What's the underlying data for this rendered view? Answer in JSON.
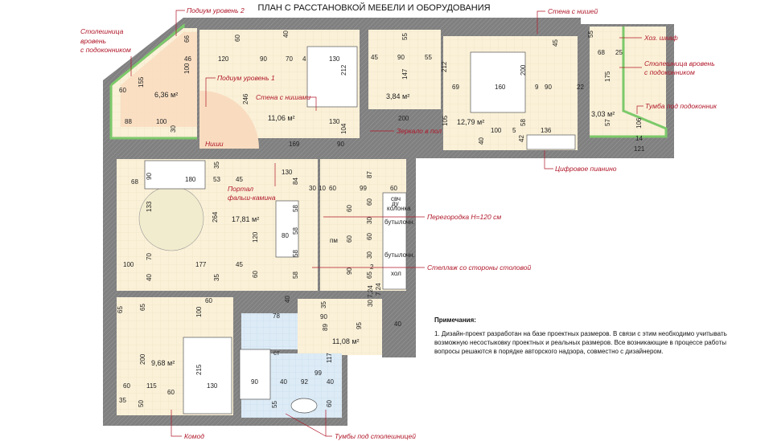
{
  "title": "ПЛАН С РАССТАНОВКОЙ МЕБЕЛИ И ОБОРУДОВАНИЯ",
  "areas": [
    "6,36 м²",
    "11,06 м²",
    "3,84 м²",
    "12,79 м²",
    "3,03 м²",
    "17,81 м²",
    "11,08 м²",
    "9,68 м²"
  ],
  "annotations": {
    "podium2": "Подиум уровень 2",
    "counter1_l1": "Столешница",
    "counter1_l2": "вровень",
    "counter1_l3": "с подоконником",
    "podium1": "Подиум уровень 1",
    "wall_niches": "Стена с нишами",
    "niches": "Ниши",
    "wall_niche": "Стена с нишей",
    "storage": "Хоз. шкаф",
    "counter2_l1": "Столешница вровень",
    "counter2_l2": "с подоконником",
    "sill_cabinet": "Тумба под подоконник",
    "mirror": "Зеркало в пол",
    "piano": "Цифровое пианино",
    "portal_l1": "Портал",
    "portal_l2": "фальш-камина",
    "partition": "Перегородка H=120 см",
    "shelf": "Стеллаж со стороны столовой",
    "dresser": "Комод",
    "vanity": "Тумбы под столешницей"
  },
  "kitchen_labels": [
    "свч",
    "ду",
    "колонка",
    "бутылочн.",
    "бутылочн.",
    "хол",
    "пм",
    "ст"
  ],
  "dims": [
    "66",
    "60",
    "40",
    "46",
    "120",
    "90",
    "70",
    "4",
    "130",
    "100",
    "212",
    "155",
    "60",
    "246",
    "88",
    "100",
    "30",
    "130",
    "104",
    "169",
    "90",
    "55",
    "45",
    "90",
    "55",
    "147",
    "212",
    "69",
    "160",
    "200",
    "9",
    "90",
    "45",
    "22",
    "200",
    "105",
    "100",
    "5",
    "58",
    "136",
    "40",
    "42",
    "55",
    "68",
    "25",
    "175",
    "57",
    "106",
    "14",
    "121",
    "68",
    "90",
    "180",
    "35",
    "53",
    "45",
    "130",
    "84",
    "30",
    "10",
    "60",
    "99",
    "87",
    "60",
    "133",
    "264",
    "58",
    "58",
    "80",
    "120",
    "58",
    "58",
    "70",
    "100",
    "177",
    "45",
    "40",
    "35",
    "60",
    "60",
    "60",
    "90",
    "60",
    "30",
    "60",
    "30",
    "2",
    "65",
    "7 24",
    "65",
    "65",
    "60",
    "100",
    "200",
    "215",
    "60",
    "115",
    "130",
    "60",
    "35",
    "50",
    "40",
    "78",
    "35",
    "90",
    "89",
    "95",
    "40",
    "30 7,24",
    "117",
    "90",
    "40",
    "92",
    "99",
    "40",
    "55",
    "60"
  ],
  "notes": {
    "heading": "Примечания:",
    "text": "1. Дизайн-проект разработан на базе проектных размеров. В связи с этим необходимо учитывать возможную несостыковку проектных и реальных размеров. Все возникающие в процессе работы вопросы решаются в порядке авторского надзора, совместно с дизайнером."
  },
  "colors": {
    "wall": "#7a7a7a",
    "floor": "#fbf1d8",
    "podium": "#f9dcc0",
    "tile": "#dcebf6",
    "window_counter": "#7cc96a",
    "annotation": "#b0182a"
  }
}
